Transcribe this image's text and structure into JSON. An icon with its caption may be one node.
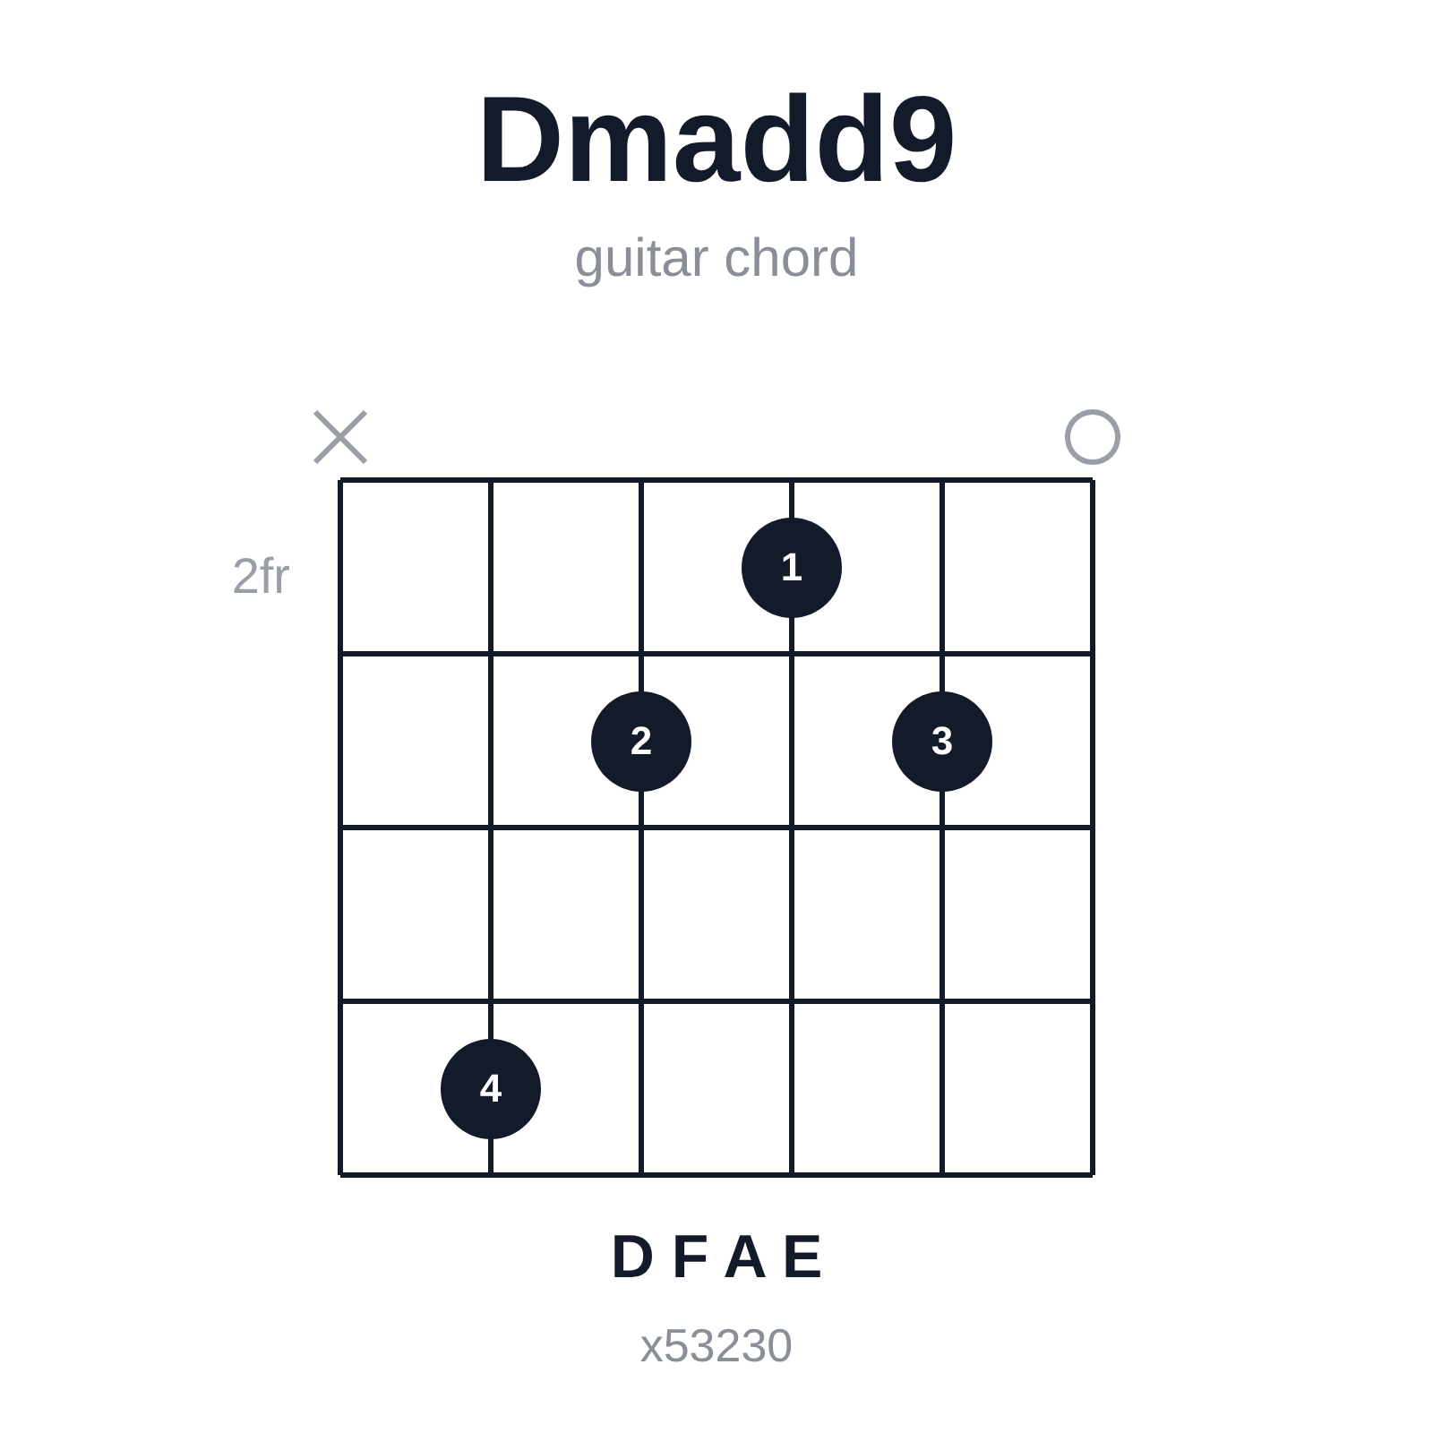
{
  "diagram": {
    "title": "Dmadd9",
    "nodes": [
      {
        "text": [
          "1"
        ]
      },
      {
        "text": [
          "2"
        ]
      },
      {
        "text": [
          "3"
        ]
      },
      {
        "text": [
          "4"
        ]
      }
    ],
    "edges": [],
    "labels": [
      "guitar chord",
      "2fr",
      "D F A E",
      "x53230"
    ]
  }
}
